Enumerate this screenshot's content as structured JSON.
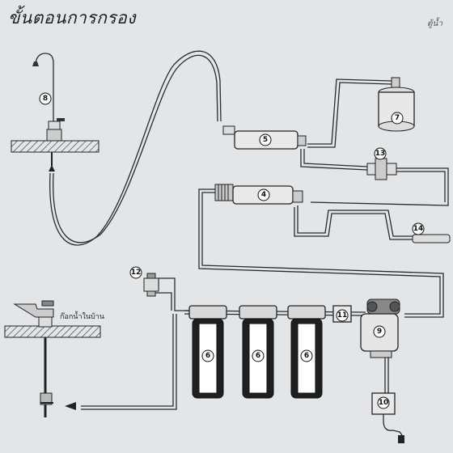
{
  "title": "ขั้นตอนการกรอง",
  "page_ref": "ตู้น้ำ",
  "faucet_label": "ก๊อกน้ำในบ้าน",
  "components": [
    {
      "id": "faucet-8",
      "number": "8"
    },
    {
      "id": "filter-5",
      "number": "5"
    },
    {
      "id": "tank-7",
      "number": "7"
    },
    {
      "id": "valve-13",
      "number": "13"
    },
    {
      "id": "filter-4",
      "number": "4"
    },
    {
      "id": "restrictor-14",
      "number": "14"
    },
    {
      "id": "inlet-valve-12",
      "number": "12"
    },
    {
      "id": "housing-1",
      "number": "6"
    },
    {
      "id": "housing-2",
      "number": "6"
    },
    {
      "id": "housing-3",
      "number": "6"
    },
    {
      "id": "switch-11",
      "number": "11"
    },
    {
      "id": "pump-9",
      "number": "9"
    },
    {
      "id": "adapter-10",
      "number": "10"
    }
  ]
}
